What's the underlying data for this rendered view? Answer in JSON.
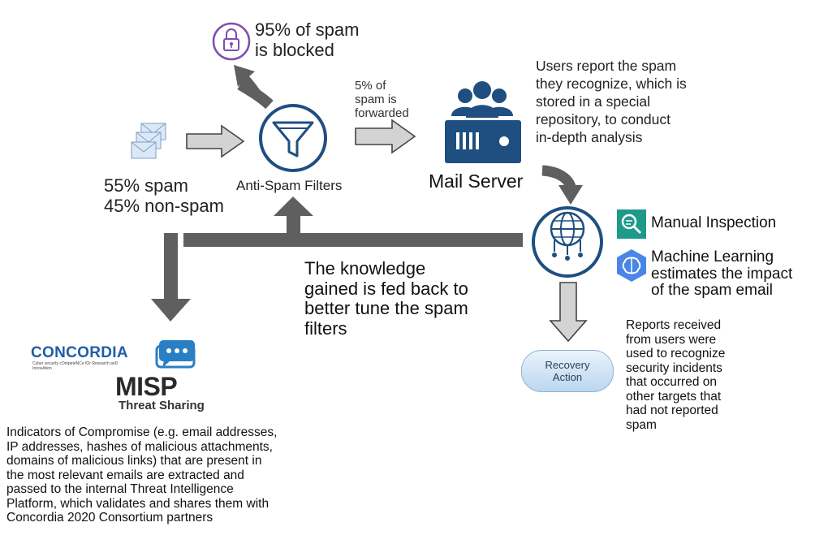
{
  "blocked_text": "95% of spam\nis blocked",
  "forwarded_text": "5% of\nspam is\nforwarded",
  "users_report_text": "Users report the spam\nthey recognize, which is\nstored in a special\nrepository, to conduct\nin-depth analysis",
  "spam_stats_text": "55% spam\n45% non-spam",
  "anti_spam_label": "Anti-Spam Filters",
  "mail_server_label": "Mail Server",
  "manual_inspection_label": "Manual Inspection",
  "machine_learning_text": "Machine Learning\nestimates the impact\nof the spam email",
  "knowledge_text": "The knowledge\ngained is fed back to\nbetter tune the spam\nfilters",
  "recovery_action_text": "Recovery\nAction",
  "reports_text": "Reports received\nfrom users were\nused to recognize\nsecurity incidents\nthat occurred on\nother targets that\nhad not reported\nspam",
  "concordia_logo": "CONCORDIA",
  "concordia_tagline": "Cyber security cOmpeteNCe fOr Research anD InnovAtion",
  "misp_logo": "MISP",
  "misp_subtitle": "Threat Sharing",
  "ioc_text": "Indicators of Compromise (e.g. email addresses,\nIP addresses, hashes of malicious attachments,\ndomains of malicious links) that are present in\nthe most relevant emails are extracted and\npassed to the internal Threat Intelligence\nPlatform, which validates and shares them with\nConcordia 2020 Consortium partners",
  "colors": {
    "navy": "#1f4f80",
    "lock_purple": "#7b4fb0",
    "arrow_gray": "#5f5f5f",
    "light_arrow": "#d3d3d3",
    "teal": "#1d9a8a",
    "ml_blue": "#4a86e8",
    "misp_blue": "#2a7fc4"
  }
}
